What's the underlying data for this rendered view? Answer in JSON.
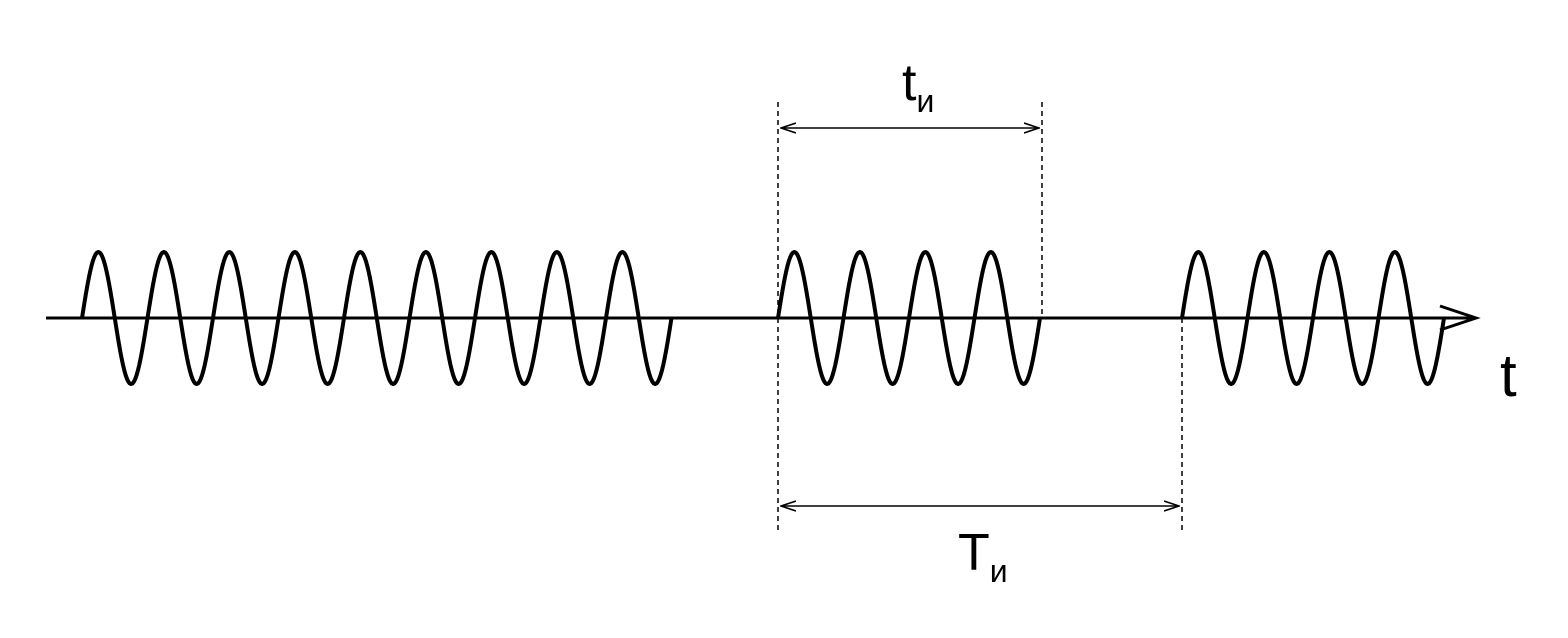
{
  "labels": {
    "pulse_width": {
      "main": "t",
      "sub": "и"
    },
    "period": {
      "main": "T",
      "sub": "и"
    },
    "axis": "t"
  },
  "signal": {
    "cycles_per_burst": [
      9,
      4,
      4
    ],
    "color": "#000000"
  }
}
